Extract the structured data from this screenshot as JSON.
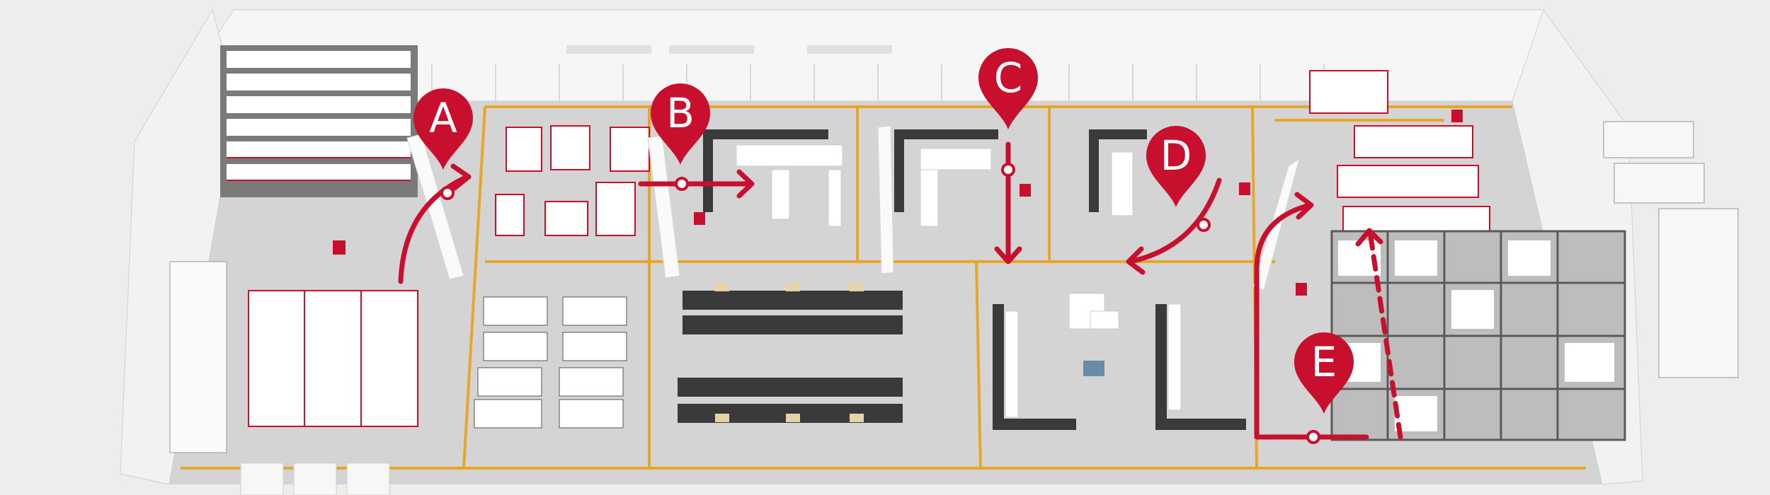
{
  "colors": {
    "marker": "#c8102e",
    "lane": "#e8a628",
    "floor": "#d4d4d4",
    "wall": "#f4f4f4",
    "rack_frame": "#5a5a5a",
    "conveyor": "#3a3a3a"
  },
  "markers": [
    {
      "id": "A",
      "label": "A"
    },
    {
      "id": "B",
      "label": "B"
    },
    {
      "id": "C",
      "label": "C"
    },
    {
      "id": "D",
      "label": "D"
    },
    {
      "id": "E",
      "label": "E"
    }
  ]
}
